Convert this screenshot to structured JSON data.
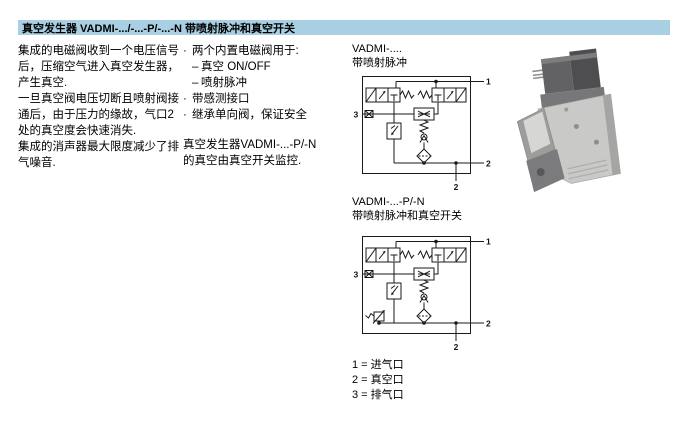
{
  "header": {
    "title": "真空发生器 VADMI-.../-...-P/-...-N 带喷射脉冲和真空开关"
  },
  "intro": {
    "p1": "集成的电磁阀收到一个电压信号后，压缩空气进入真空发生器，产生真空.",
    "p2": "一旦真空阀电压切断且喷射阀接通后，由于压力的缘故，气口2处的真空度会快速消失.",
    "p3": "集成的消声器最大限度减少了排气噪音."
  },
  "features": {
    "bullets": [
      {
        "marker": "·",
        "text": "两个内置电磁阀用于:"
      },
      {
        "marker": "–",
        "text": "真空 ON/OFF"
      },
      {
        "marker": "–",
        "text": "喷射脉冲"
      },
      {
        "marker": "·",
        "text": "带感测接口"
      },
      {
        "marker": "·",
        "text": "继承单向阀，保证安全"
      }
    ],
    "note_line1": "真空发生器VADMI-...-P/-N",
    "note_line2": "的真空由真空开关监控."
  },
  "diagram1": {
    "title_line1": "VADMI-....",
    "title_line2": "带喷射脉冲",
    "ports": {
      "p1": "1",
      "p2_side": "2",
      "p2_bottom": "2",
      "p3": "3"
    }
  },
  "diagram2": {
    "title_line1": "VADMI-...-P/-N",
    "title_line2": "带喷射脉冲和真空开关",
    "ports": {
      "p1": "1",
      "p2_side": "2",
      "p2_bottom": "2",
      "p3": "3"
    }
  },
  "legend": {
    "items": [
      {
        "text": "1 = 进气口"
      },
      {
        "text": "2 = 真空口"
      },
      {
        "text": "3 = 排气口"
      }
    ]
  },
  "colors": {
    "header_bar": "#a9cfe2",
    "line": "#1a1a1a"
  }
}
